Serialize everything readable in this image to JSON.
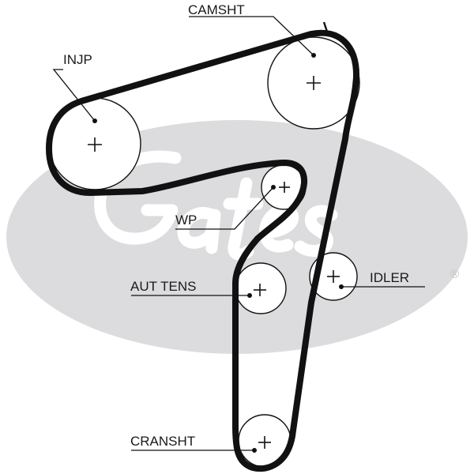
{
  "labels": {
    "camsht": "CAMSHT",
    "injp": "INJP",
    "wp": "WP",
    "aut_tens": "AUT TENS",
    "idler": "IDLER",
    "cransht": "CRANSHT"
  },
  "watermark": {
    "logo": "Gates",
    "registered": "®"
  },
  "colors": {
    "belt": "#111111",
    "watermark": "#dcdcde",
    "background": "#ffffff",
    "text": "#1a1a1a"
  }
}
